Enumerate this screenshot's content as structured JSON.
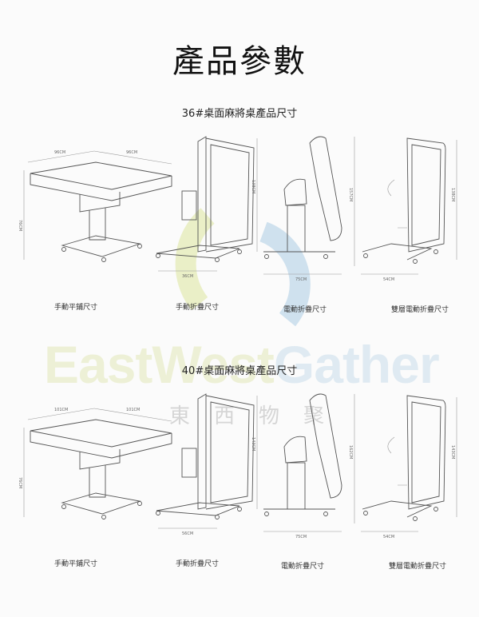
{
  "title": "產品參數",
  "watermark": {
    "latin_a": "EastWest",
    "latin_b": "Gather",
    "chinese": "東西物聚"
  },
  "colors": {
    "watermark_green": "#c7d36a",
    "watermark_blue": "#8fbbd8"
  },
  "sections": [
    {
      "heading": "36#桌面麻將桌產品尺寸",
      "captions": [
        "手動平鋪尺寸",
        "手動折疊尺寸",
        "電動折疊尺寸",
        "雙層電動折疊尺寸"
      ],
      "dims": {
        "width_a": "96CM",
        "width_b": "96CM",
        "height_flat": "76CM",
        "manual_depth": "36CM",
        "manual_height": "138CM",
        "electric_depth": "75CM",
        "electric_height": "157CM",
        "double_depth": "54CM",
        "double_height": "138CM"
      }
    },
    {
      "heading": "40#桌面麻將桌產品尺寸",
      "captions": [
        "手動平鋪尺寸",
        "手動折疊尺寸",
        "電動折疊尺寸",
        "雙層電動折疊尺寸"
      ],
      "dims": {
        "width_a": "101CM",
        "width_b": "101CM",
        "height_flat": "76CM",
        "manual_depth": "56CM",
        "manual_height": "143CM",
        "electric_depth": "75CM",
        "electric_height": "162CM",
        "double_depth": "54CM",
        "double_height": "143CM"
      }
    }
  ]
}
